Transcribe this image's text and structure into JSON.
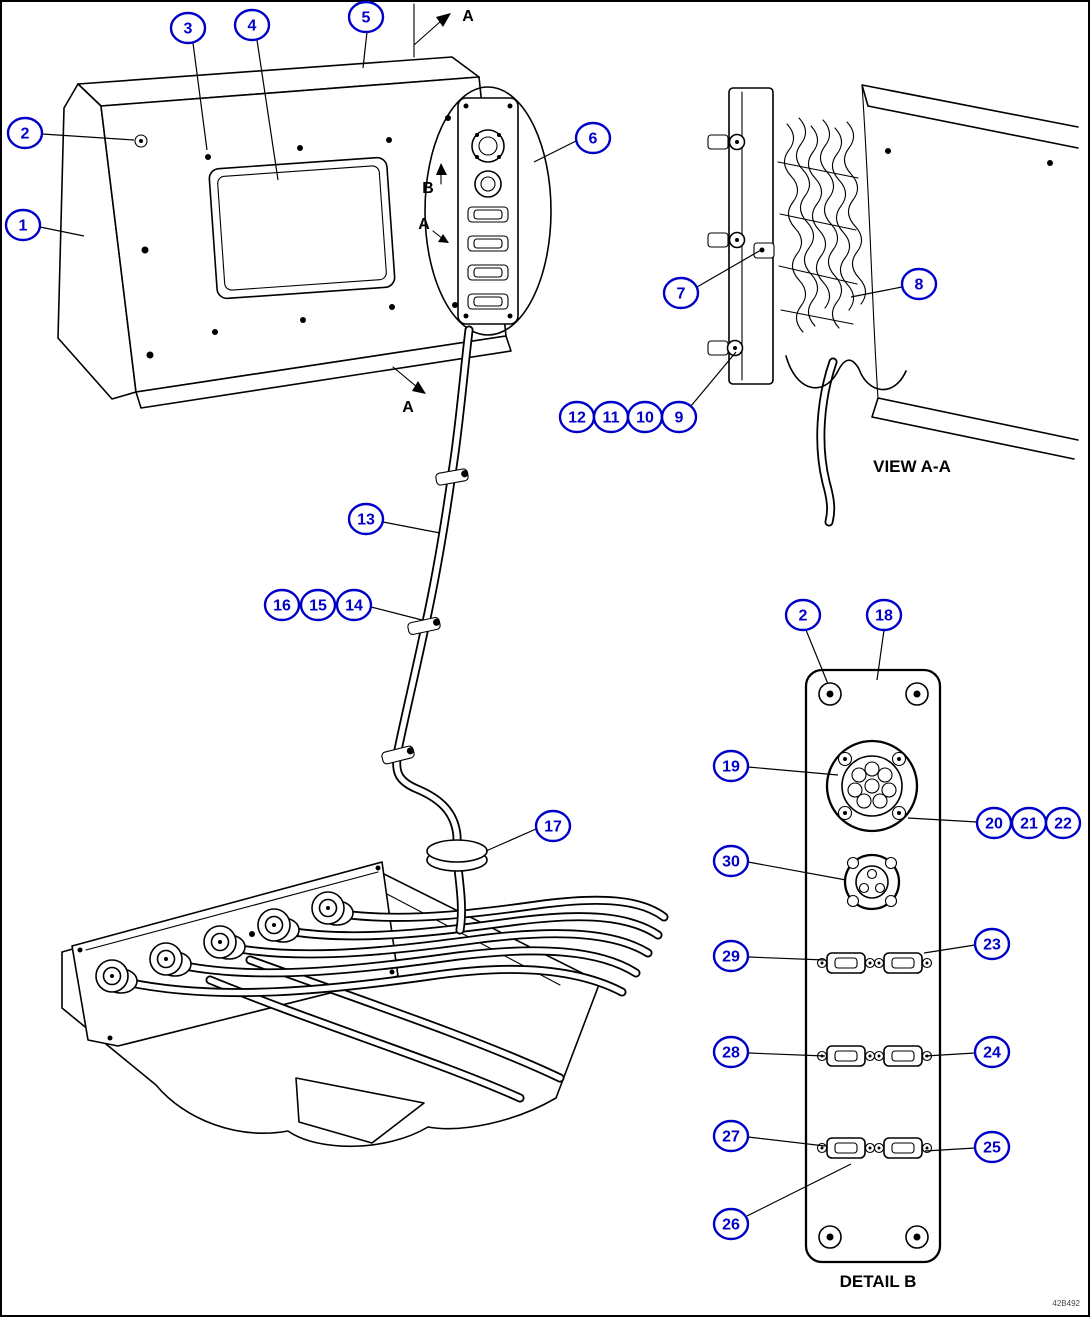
{
  "diagram": {
    "type": "parts-diagram",
    "labels": {
      "view_aa": "VIEW A-A",
      "detail_b": "DETAIL B",
      "section_arrow_top": "A",
      "section_arrow_bottom": "A",
      "marker_b": "B",
      "marker_a": "A",
      "doc_number": "42B492"
    },
    "colors": {
      "callout_blue": "#0000c8",
      "line_black": "#000000",
      "background": "#ffffff"
    },
    "callouts": {
      "n1": "1",
      "n2": "2",
      "n3": "3",
      "n4": "4",
      "n5": "5",
      "n6": "6",
      "n7": "7",
      "n8": "8",
      "n9": "9",
      "n10": "10",
      "n11": "11",
      "n12": "12",
      "n13": "13",
      "n14": "14",
      "n15": "15",
      "n16": "16",
      "n17": "17",
      "n18": "18",
      "n19": "19",
      "n20": "20",
      "n21": "21",
      "n22": "22",
      "n23": "23",
      "n24": "24",
      "n25": "25",
      "n26": "26",
      "n27": "27",
      "n28": "28",
      "n29": "29",
      "n30": "30",
      "n2_detail": "2"
    }
  }
}
